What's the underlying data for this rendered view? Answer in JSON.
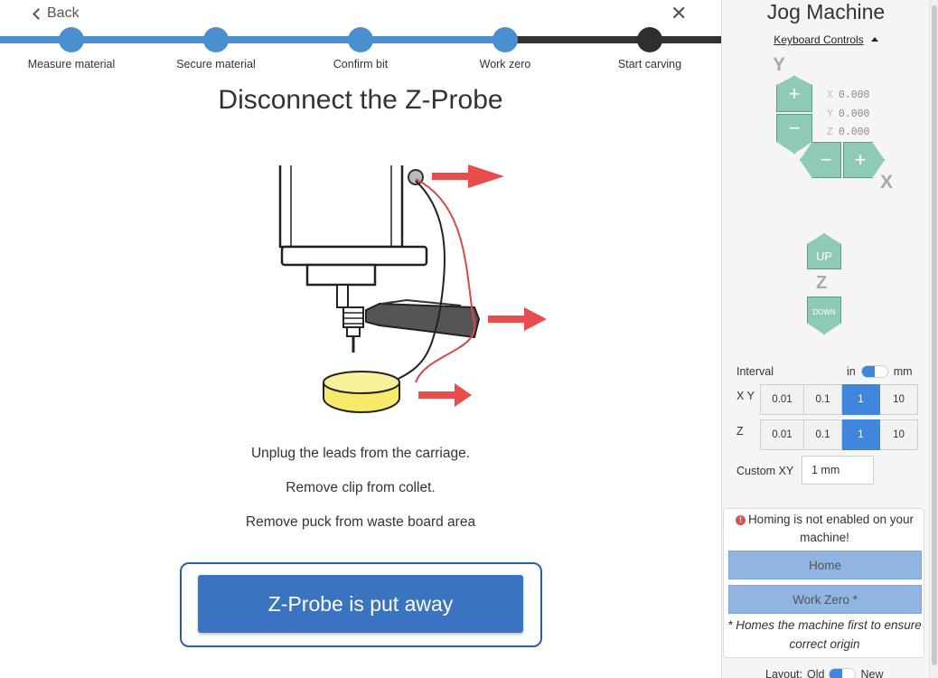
{
  "header": {
    "back_label": "Back",
    "close_glyph": "✕"
  },
  "steps": [
    {
      "label": "Measure material",
      "state": "done"
    },
    {
      "label": "Secure material",
      "state": "done"
    },
    {
      "label": "Confirm bit",
      "state": "done"
    },
    {
      "label": "Work zero",
      "state": "done"
    },
    {
      "label": "Start carving",
      "state": "todo"
    }
  ],
  "page": {
    "title": "Disconnect the Z-Probe",
    "instructions": [
      "Unplug the leads from the carriage.",
      "Remove clip from collet.",
      "Remove puck from waste board area"
    ],
    "confirm_label": "Z-Probe is put away"
  },
  "jog": {
    "title": "Jog Machine",
    "keyboard_controls_label": "Keyboard Controls",
    "axis_y": "Y",
    "axis_x": "X",
    "axis_z": "Z",
    "y_plus": "+",
    "y_minus": "−",
    "x_minus": "−",
    "x_plus": "+",
    "z_up": "UP",
    "z_down": "DOWN",
    "position": {
      "x_key": "X",
      "x": "0.000",
      "y_key": "Y",
      "y": "0.000",
      "z_key": "Z",
      "z": "0.000"
    },
    "interval_label": "Interval",
    "unit_left": "in",
    "unit_right": "mm",
    "xy_label": "X Y",
    "z_label": "Z",
    "xy_options": [
      "0.01",
      "0.1",
      "1",
      "10"
    ],
    "xy_selected": "1",
    "z_options": [
      "0.01",
      "0.1",
      "1",
      "10"
    ],
    "z_selected": "1",
    "custom_xy_label": "Custom XY",
    "custom_xy_value": "1 mm",
    "homing_warning": "Homing is not enabled on your machine!",
    "home_label": "Home",
    "work_zero_label": "Work Zero *",
    "homing_note": "* Homes the machine first to ensure correct origin",
    "layout_label": "Layout:",
    "layout_old": "Old",
    "layout_new": "New"
  },
  "colors": {
    "accent": "#4a8fd0",
    "button_blue": "#3a73c0",
    "jog_green": "#8ecab7",
    "arrow_red": "#e84c4c",
    "puck_yellow": "#f7ea6a"
  }
}
